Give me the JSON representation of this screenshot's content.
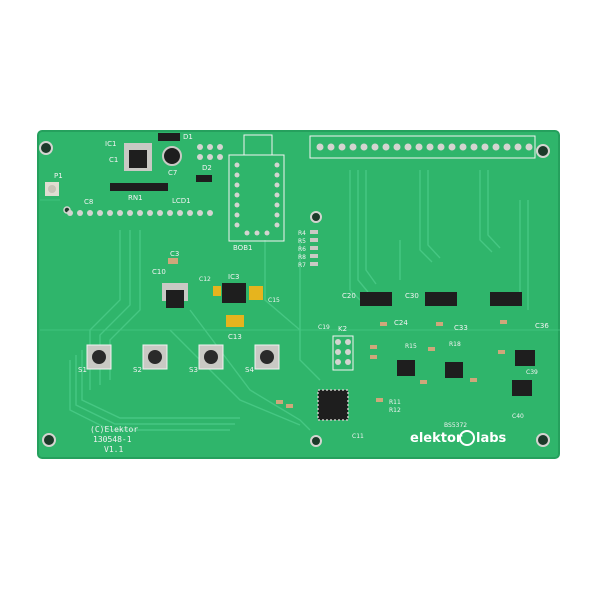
{
  "colors": {
    "board": "#2fb56b",
    "board_edge": "#25a05d",
    "trace": "#46c783",
    "silk": "#f2f2f2",
    "pad": "#d4d4d0",
    "hole": "#1c3a2a",
    "ic": "#1e1e1e",
    "cap_tan": "#e6b41e"
  },
  "board_info": {
    "copyright": "(C)Elektor",
    "part_number": "130548-1",
    "version": "V1.1",
    "brand_left": "elektor",
    "brand_right": "labs",
    "small_code": "BS5372"
  },
  "labels": {
    "ic1": "IC1",
    "d1": "D1",
    "c1": "C1",
    "c7": "C7",
    "d2": "D2",
    "p1": "P1",
    "rn1": "RN1",
    "lcd1": "LCD1",
    "c8": "C8",
    "bob1": "BOB1",
    "c3": "C3",
    "c10": "C10",
    "c12": "C12",
    "ic3": "IC3",
    "c15": "C15",
    "c13": "C13",
    "k2": "K2",
    "c19": "C19",
    "c11": "C11",
    "c20": "C20",
    "c24": "C24",
    "c30": "C30",
    "c33": "C33",
    "c36": "C36",
    "c39": "C39",
    "c40": "C40",
    "r15": "R15",
    "r18": "R18",
    "r11": "R11",
    "r12": "R12",
    "r4": "R4",
    "r5": "R5",
    "r6": "R6",
    "r8": "R8",
    "r7": "R7",
    "s1": "S1",
    "s2": "S2",
    "s3": "S3",
    "s4": "S4"
  }
}
